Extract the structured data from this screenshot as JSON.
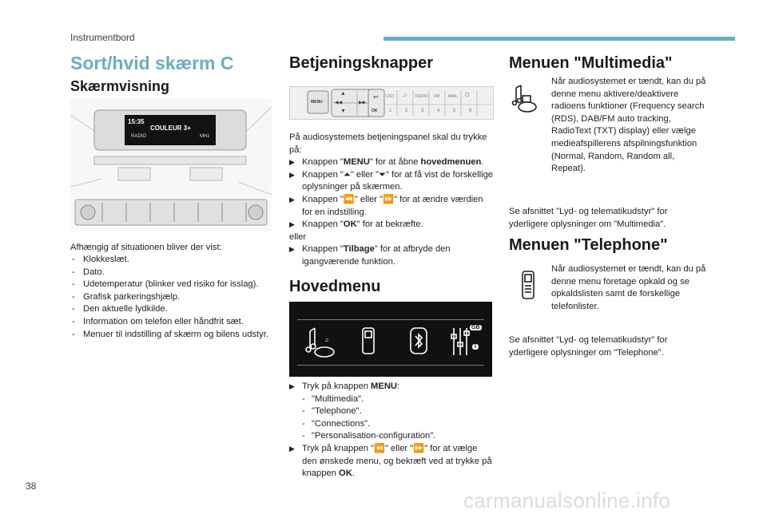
{
  "header": {
    "section": "Instrumentbord"
  },
  "footer": {
    "page_number": "38",
    "watermark": "carmanualsonline.info"
  },
  "col1": {
    "title": "Sort/hvid skærm C",
    "subtitle": "Skærmvisning",
    "photo_texts": {
      "time": "15:35",
      "source": "COULEUR 3+",
      "station": "RADIO",
      "unit": "MHz"
    },
    "intro": "Afhængig af situationen bliver der vist:",
    "items": [
      "Klokkeslæt.",
      "Dato.",
      "Udetemperatur (blinker ved risiko for isslag).",
      "Grafisk parkeringshjælp.",
      "Den aktuelle lydkilde.",
      "Information om telefon eller håndfrit sæt.",
      "Menuer til indstilling af skærm og bilens udstyr."
    ]
  },
  "col2": {
    "title": "Betjeningsknapper",
    "panel": {
      "menu": "MENU",
      "ok": "OK",
      "presets": [
        "LIST",
        "♫",
        "RADIO",
        "FM",
        "MAIL",
        "⏻"
      ],
      "numbers": [
        "1",
        "2",
        "3",
        "4",
        "5",
        "6"
      ]
    },
    "intro": "På audiosystemets betjeningspanel skal du trykke på:",
    "bullets": [
      {
        "a": "Knappen \"",
        "b": "MENU",
        "c": "\" for at åbne ",
        "d": "hovedmenuen",
        "e": "."
      },
      {
        "a": "Knappen \"",
        "glyph1": "⏶",
        "mid": "\" eller \"",
        "glyph2": "⏷",
        "rest": "\" for at få vist de forskellige oplysninger på skærmen."
      },
      {
        "a": "Knappen \"",
        "glyph1": "⏪",
        "mid": "\" eller \"",
        "glyph2": "⏩",
        "rest": "\" for at ændre værdien for en indstilling."
      },
      {
        "a": "Knappen \"",
        "b": "OK",
        "c": "\" for at bekræfte."
      }
    ],
    "eller": "eller",
    "last_bullet": {
      "a": "Knappen \"",
      "b": "Tilbage",
      "c": "\" for at afbryde den igangværende funktion."
    },
    "menu_title": "Hovedmenu",
    "menu_bullet1": {
      "a": "Tryk på knappen ",
      "b": "MENU",
      "c": ":"
    },
    "menu_items": [
      "\"Multimedia\".",
      "\"Telephone\".",
      "\"Connections\".",
      "\"Personalisation-configuration\"."
    ],
    "menu_bullet2": {
      "a": "Tryk på knappen \"",
      "glyph1": "⏪",
      "mid": "\" eller \"",
      "glyph2": "⏩",
      "rest": "\" for at vælge den ønskede menu, og bekræft ved at trykke på knappen ",
      "b": "OK",
      "end": "."
    },
    "screen_badges": {
      "gb": "GB",
      "i": "I"
    }
  },
  "col3": {
    "mm_title": "Menuen \"Multimedia\"",
    "mm_text": "Når audiosystemet er tændt, kan du på denne menu aktivere/deaktivere radioens funktioner (Frequency search (RDS), DAB/FM auto tracking, RadioText (TXT) display) eller vælge medieafspillerens afspilningsfunktion (Normal, Random, Random all, Repeat).",
    "mm_ref": "Se afsnittet \"Lyd- og telematikudstyr\" for yderligere oplysninger om \"Multimedia\".",
    "tel_title": "Menuen \"Telephone\"",
    "tel_text": "Når audiosystemet er tændt, kan du på denne menu foretage opkald og se opkaldslisten samt de forskellige telefonlister.",
    "tel_ref": "Se afsnittet \"Lyd- og telematikudstyr\" for yderligere oplysninger om \"Telephone\"."
  },
  "colors": {
    "accent": "#5fb3bf",
    "title_blue": "#6aaebf"
  }
}
